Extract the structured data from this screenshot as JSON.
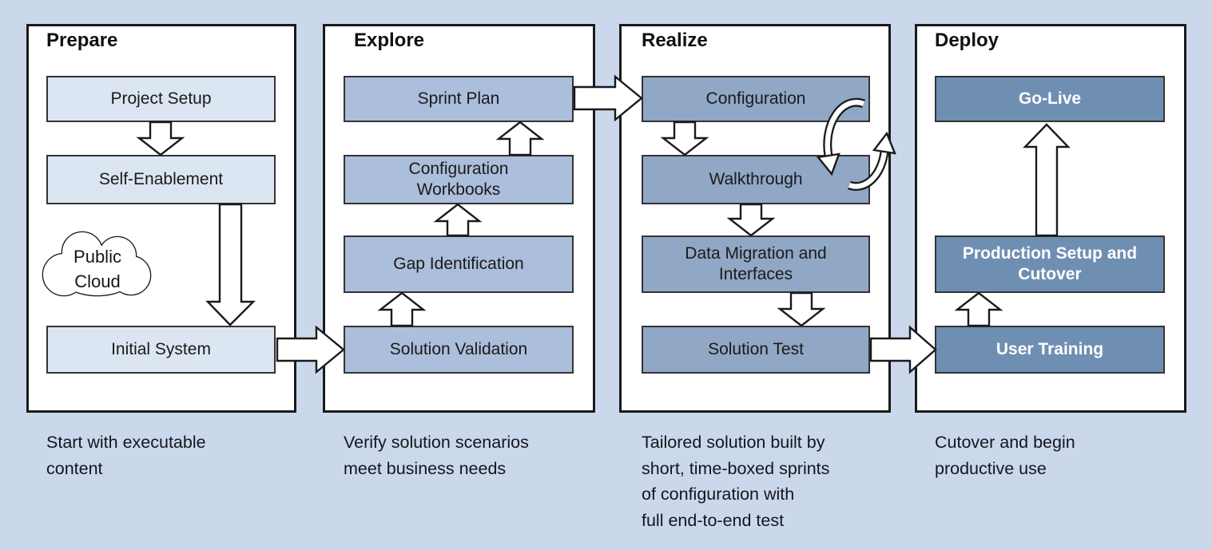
{
  "colors": {
    "background": "#cbd8ec",
    "panel_background": "#ffffff",
    "panel_border": "#1a1a1a",
    "prepare_box_fill": "#dce6f2",
    "explore_box_fill": "#abbedb",
    "realize_box_fill": "#90a7c5",
    "deploy_box_fill": "#6f8fb2",
    "box_border": "#333333",
    "text": "#1a1a1a",
    "deploy_box_text": "#ffffff"
  },
  "phases": [
    {
      "title": "Prepare",
      "caption": "Start with executable\ncontent",
      "boxes": [
        {
          "label": "Project Setup"
        },
        {
          "label": "Self-Enablement"
        },
        {
          "label": "Initial System"
        }
      ]
    },
    {
      "title": "Explore",
      "caption": "Verify solution scenarios\nmeet business needs",
      "boxes": [
        {
          "label": "Sprint Plan"
        },
        {
          "label": "Configuration\nWorkbooks"
        },
        {
          "label": "Gap Identification"
        },
        {
          "label": "Solution Validation"
        }
      ]
    },
    {
      "title": "Realize",
      "caption": "Tailored solution built by\nshort, time-boxed sprints\nof configuration with\nfull end-to-end test",
      "boxes": [
        {
          "label": "Configuration"
        },
        {
          "label": "Walkthrough"
        },
        {
          "label": "Data Migration and\nInterfaces"
        },
        {
          "label": "Solution Test"
        }
      ]
    },
    {
      "title": "Deploy",
      "caption": "Cutover and begin\nproductive use",
      "boxes": [
        {
          "label": "Go-Live"
        },
        {
          "label": "Production Setup and\nCutover"
        },
        {
          "label": "User Training"
        }
      ]
    }
  ],
  "cloud": {
    "label": "Public\nCloud"
  }
}
